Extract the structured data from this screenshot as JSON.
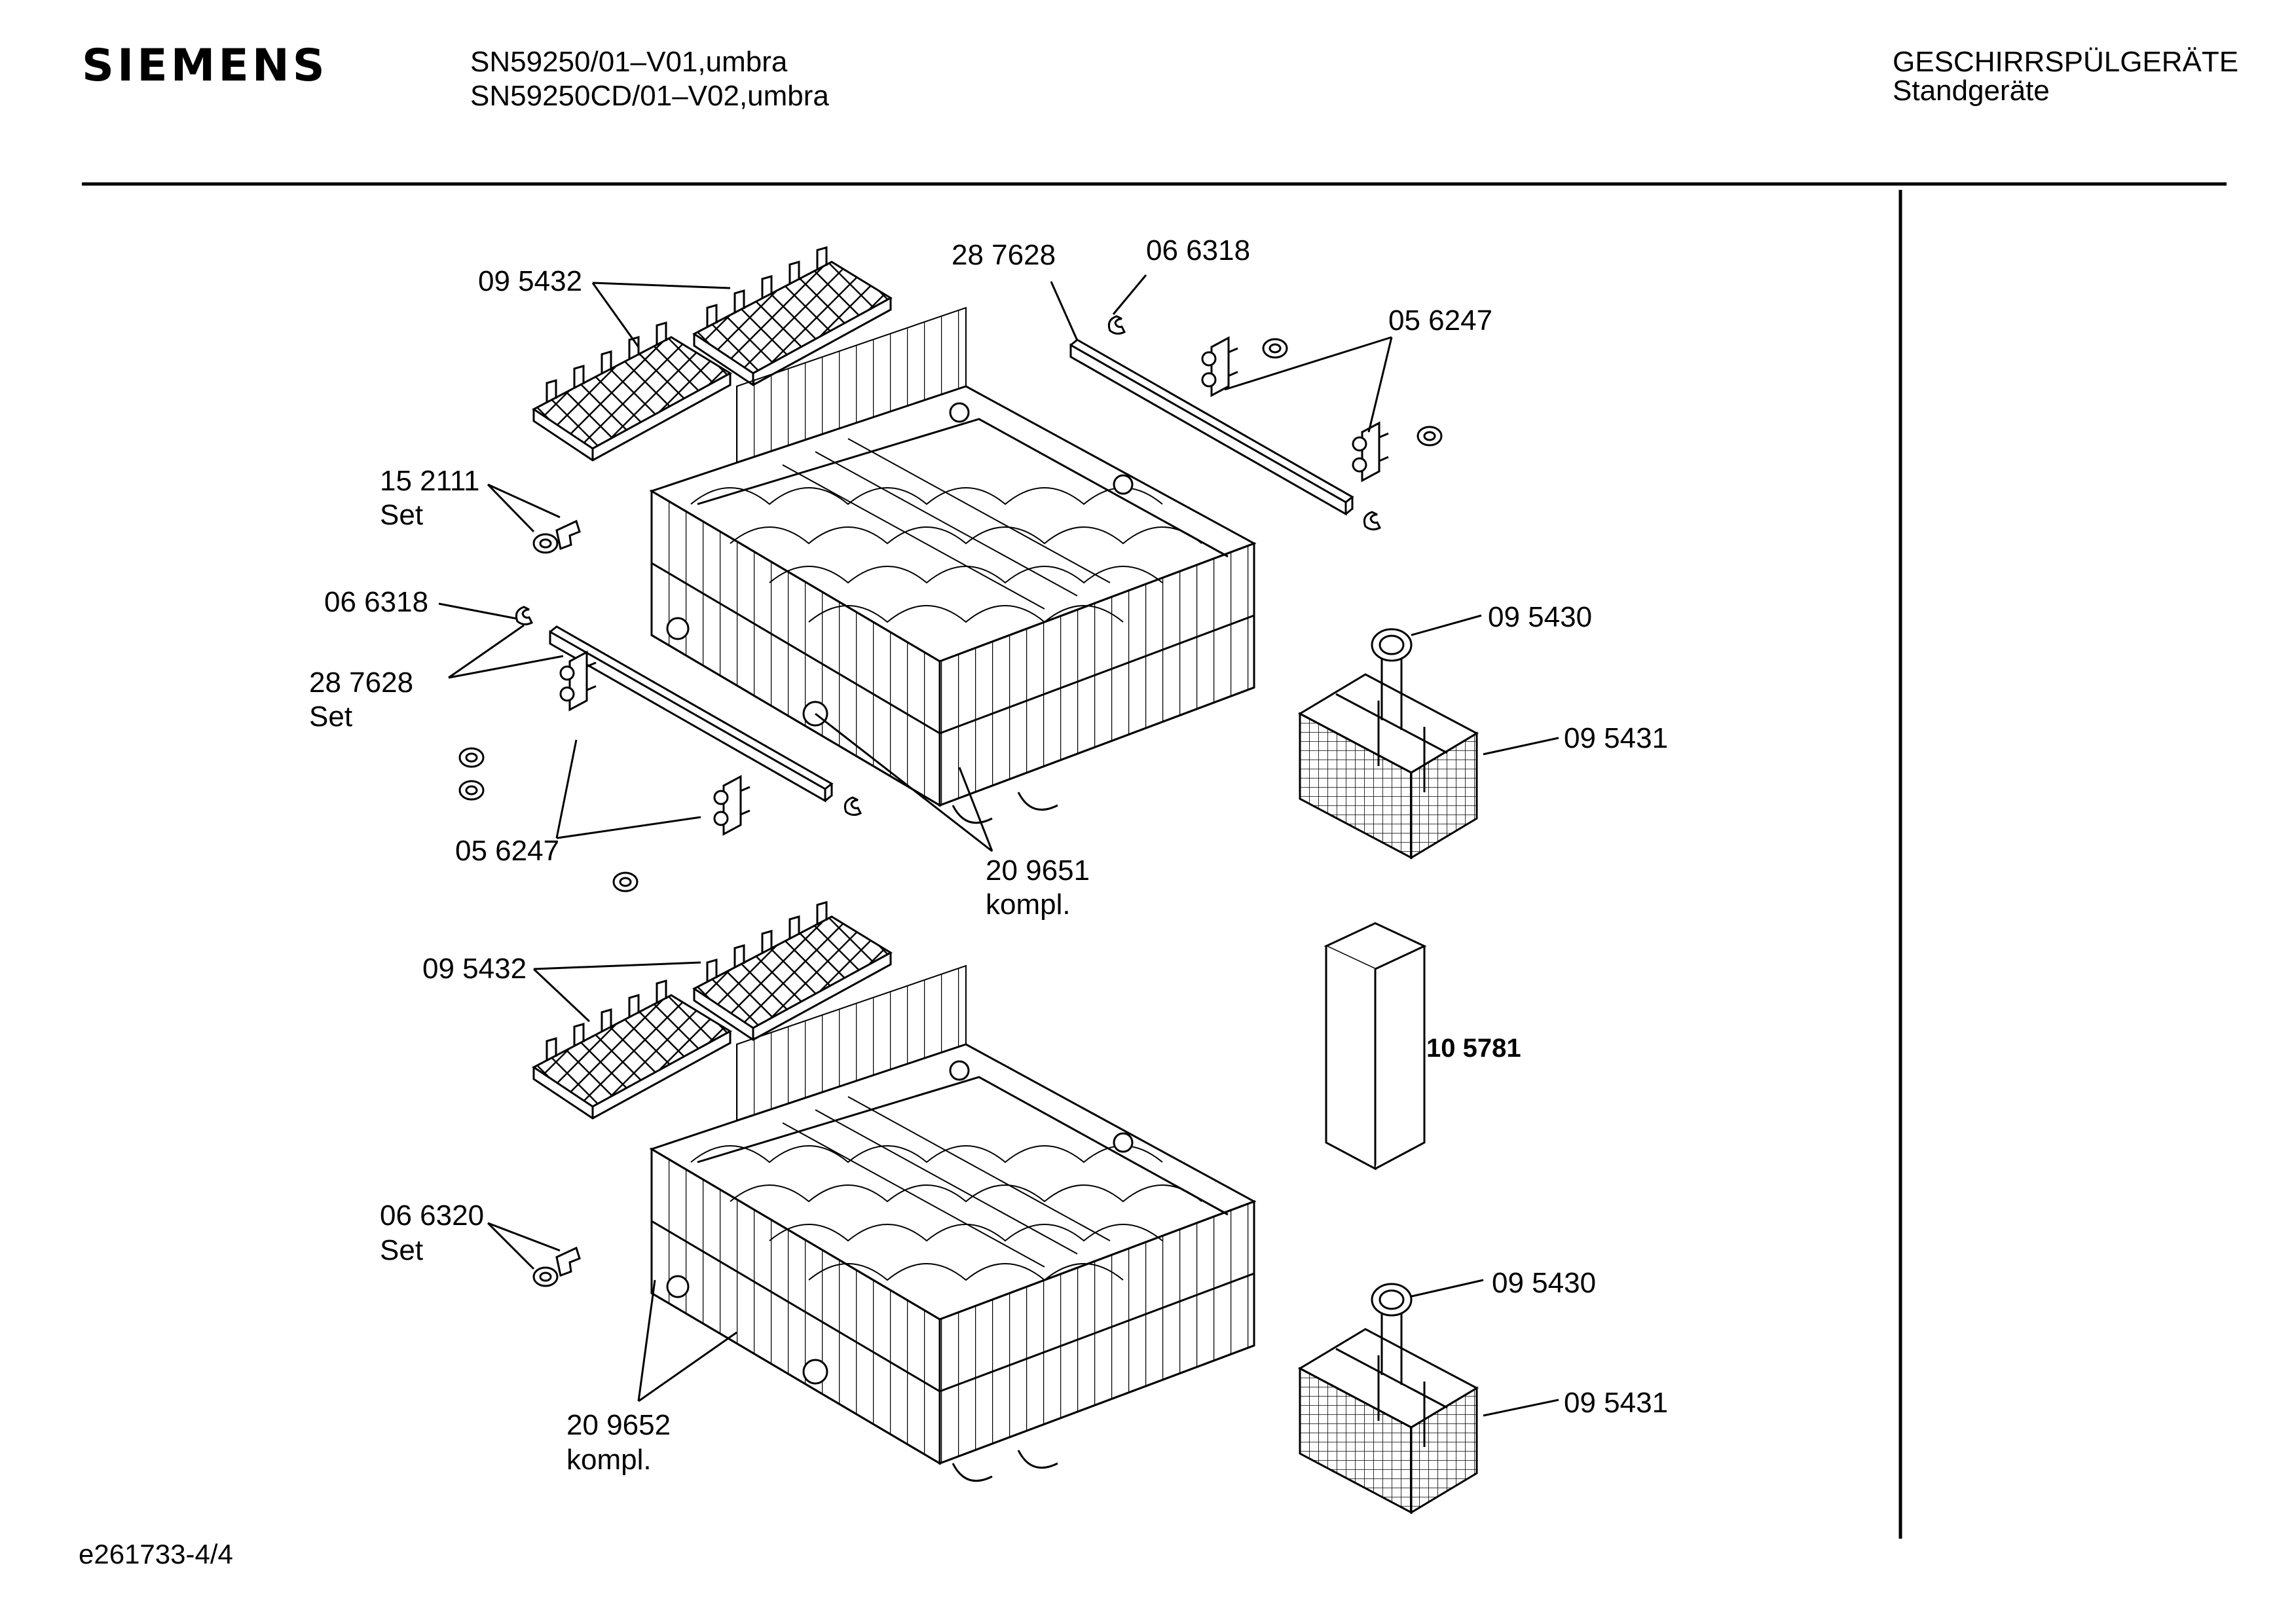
{
  "header": {
    "brand": "SIEMENS",
    "model_1": "SN59250/01–V01,umbra",
    "model_2": "SN59250CD/01–V02,umbra",
    "category": "GESCHIRRSPÜLGERÄTE",
    "subcategory": "Standgeräte"
  },
  "parts": {
    "p_095432_top": "09 5432",
    "p_287628_top": "28 7628",
    "p_066318_top": "06 6318",
    "p_056247_top": "05 6247",
    "p_152111": "15 2111",
    "p_152111_set": "Set",
    "p_066318_left": "06 6318",
    "p_287628_left": "28 7628",
    "p_287628_set": "Set",
    "p_056247_left": "05 6247",
    "p_209651": "20 9651",
    "p_209651_kompl": "kompl.",
    "p_095430_top": "09 5430",
    "p_095431_top": "09 5431",
    "p_095432_bottom": "09 5432",
    "p_105781": "10 5781",
    "p_066320": "06 6320",
    "p_066320_set": "Set",
    "p_209652": "20 9652",
    "p_209652_kompl": "kompl.",
    "p_095430_bottom": "09 5430",
    "p_095431_bottom": "09 5431"
  },
  "footer": {
    "doc_id": "e261733-4/4"
  }
}
